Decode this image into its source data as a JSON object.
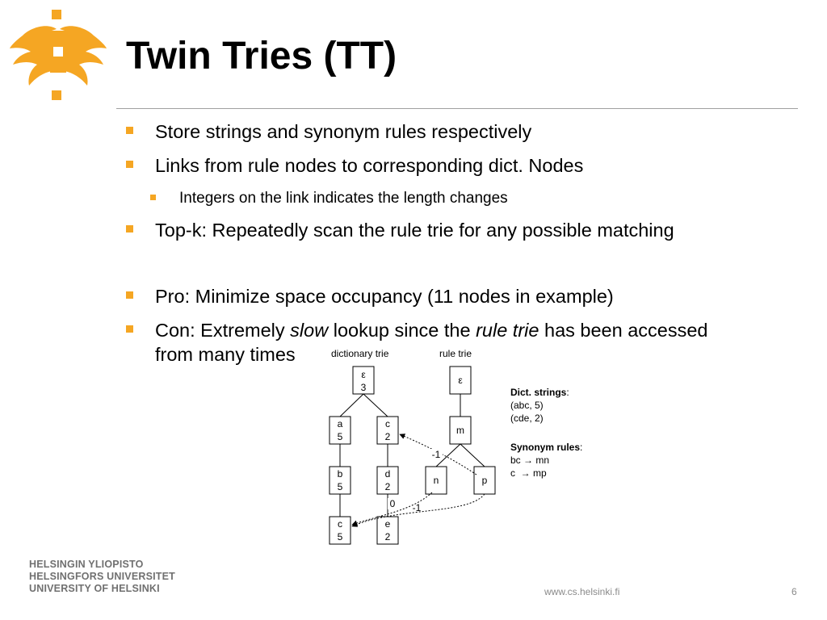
{
  "colors": {
    "accent": "#f5a623",
    "text": "#000000",
    "footer": "#8a8a8a"
  },
  "logo": {
    "icon": "university-flame-logo-icon"
  },
  "slide": {
    "title": "Twin Tries (TT)",
    "bullets": [
      {
        "text": "Store strings and synonym rules respectively"
      },
      {
        "text": "Links from rule nodes to corresponding dict. Nodes"
      },
      {
        "text": "Integers on the link indicates the length changes",
        "level": 2
      },
      {
        "text": "Top-k: Repeatedly scan the rule trie for any possible matching"
      },
      {
        "text": "Pro: Minimize space occupancy (11 nodes in example)"
      },
      {
        "con_prefix": "Con: Extremely ",
        "con_slow": "slow",
        "con_mid": " lookup since the ",
        "con_rule": "rule trie",
        "con_suffix": " has been accessed",
        "con_line2": "from many times"
      }
    ]
  },
  "diagram": {
    "dict_label": "dictionary trie",
    "rule_label": "rule trie",
    "dict_nodes": [
      {
        "char": "ε",
        "num": "3"
      },
      {
        "char": "a",
        "num": "5"
      },
      {
        "char": "c",
        "num": "2"
      },
      {
        "char": "b",
        "num": "5"
      },
      {
        "char": "d",
        "num": "2"
      },
      {
        "char": "c",
        "num": "5"
      },
      {
        "char": "e",
        "num": "2"
      }
    ],
    "rule_nodes": [
      {
        "char": "ε"
      },
      {
        "char": "m"
      },
      {
        "char": "n"
      },
      {
        "char": "p"
      }
    ],
    "link_labels": [
      "-1",
      "0",
      "-1"
    ],
    "legend": {
      "dict_title": "Dict. strings",
      "colon": ":",
      "dict_items": [
        "(abc, 5)",
        "(cde, 2)"
      ],
      "syn_title": "Synonym rules",
      "syn_items": [
        "bc → mn",
        "c  → mp"
      ]
    }
  },
  "footer": {
    "univ_fi": "HELSINGIN YLIOPISTO",
    "univ_sv": "HELSINGFORS UNIVERSITET",
    "univ_en": "UNIVERSITY OF HELSINKI",
    "url": "www.cs.helsinki.fi",
    "page": "6"
  }
}
